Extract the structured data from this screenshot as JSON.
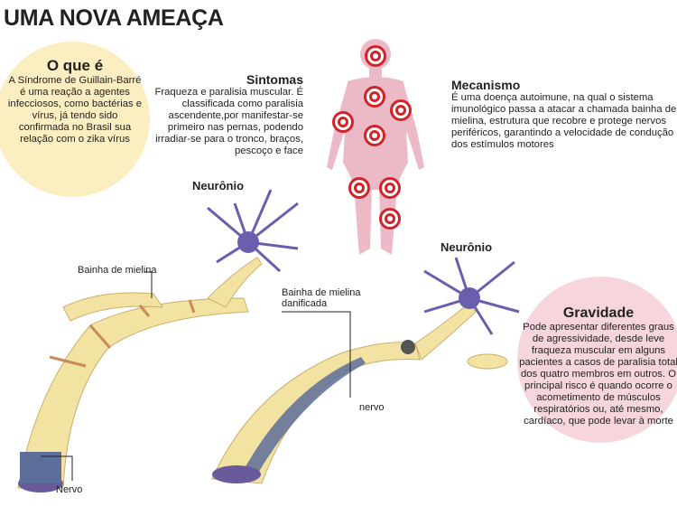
{
  "title": "UMA NOVA AMEAÇA",
  "what_is": {
    "heading": "O que é",
    "text": "A Síndrome de Guillain-Barré é uma reação a agentes infecciosos, como bactérias e vírus, já tendo sido confirmada no Brasil sua relação com o zika vírus"
  },
  "symptoms": {
    "heading": "Sintomas",
    "text": "Fraqueza e paralisia muscular. É classificada como paralisia ascendente,por manifestar-se primeiro nas pernas, podendo irradiar-se para o tronco, braços, pescoço e face"
  },
  "mechanism": {
    "heading": "Mecanismo",
    "text": "É uma doença autoimune, na qual o sistema imunológico passa a atacar a chamada bainha de mielina, estrutura que recobre e protege nervos periféricos, garantindo a velocidade de condução dos estímulos motores"
  },
  "gravity": {
    "heading": "Gravidade",
    "text": "Pode apresentar diferentes graus de agressividade, desde leve fraqueza muscular em alguns pacientes a casos de paralisia total dos quatro membros em outros. O principal risco é quando ocorre o acometimento de músculos respiratórios ou, até mesmo, cardíaco, que pode levar à morte"
  },
  "labels": {
    "neuron_left": "Neurônio",
    "neuron_right": "Neurônio",
    "myelin_sheath": "Bainha de mielina",
    "damaged_sheath": "Bainha de mielina danificada",
    "nerve_right": "nervo",
    "nerve_left": "Nervo"
  },
  "colors": {
    "yellow_circle": "#fbefc2",
    "pink_circle": "#f6d6dc",
    "body": "#e8a9b8",
    "target": "#d2232a",
    "myelin": "#f3e3a2",
    "nerve": "#5d6e9a",
    "neuron": "#6a5fae"
  }
}
